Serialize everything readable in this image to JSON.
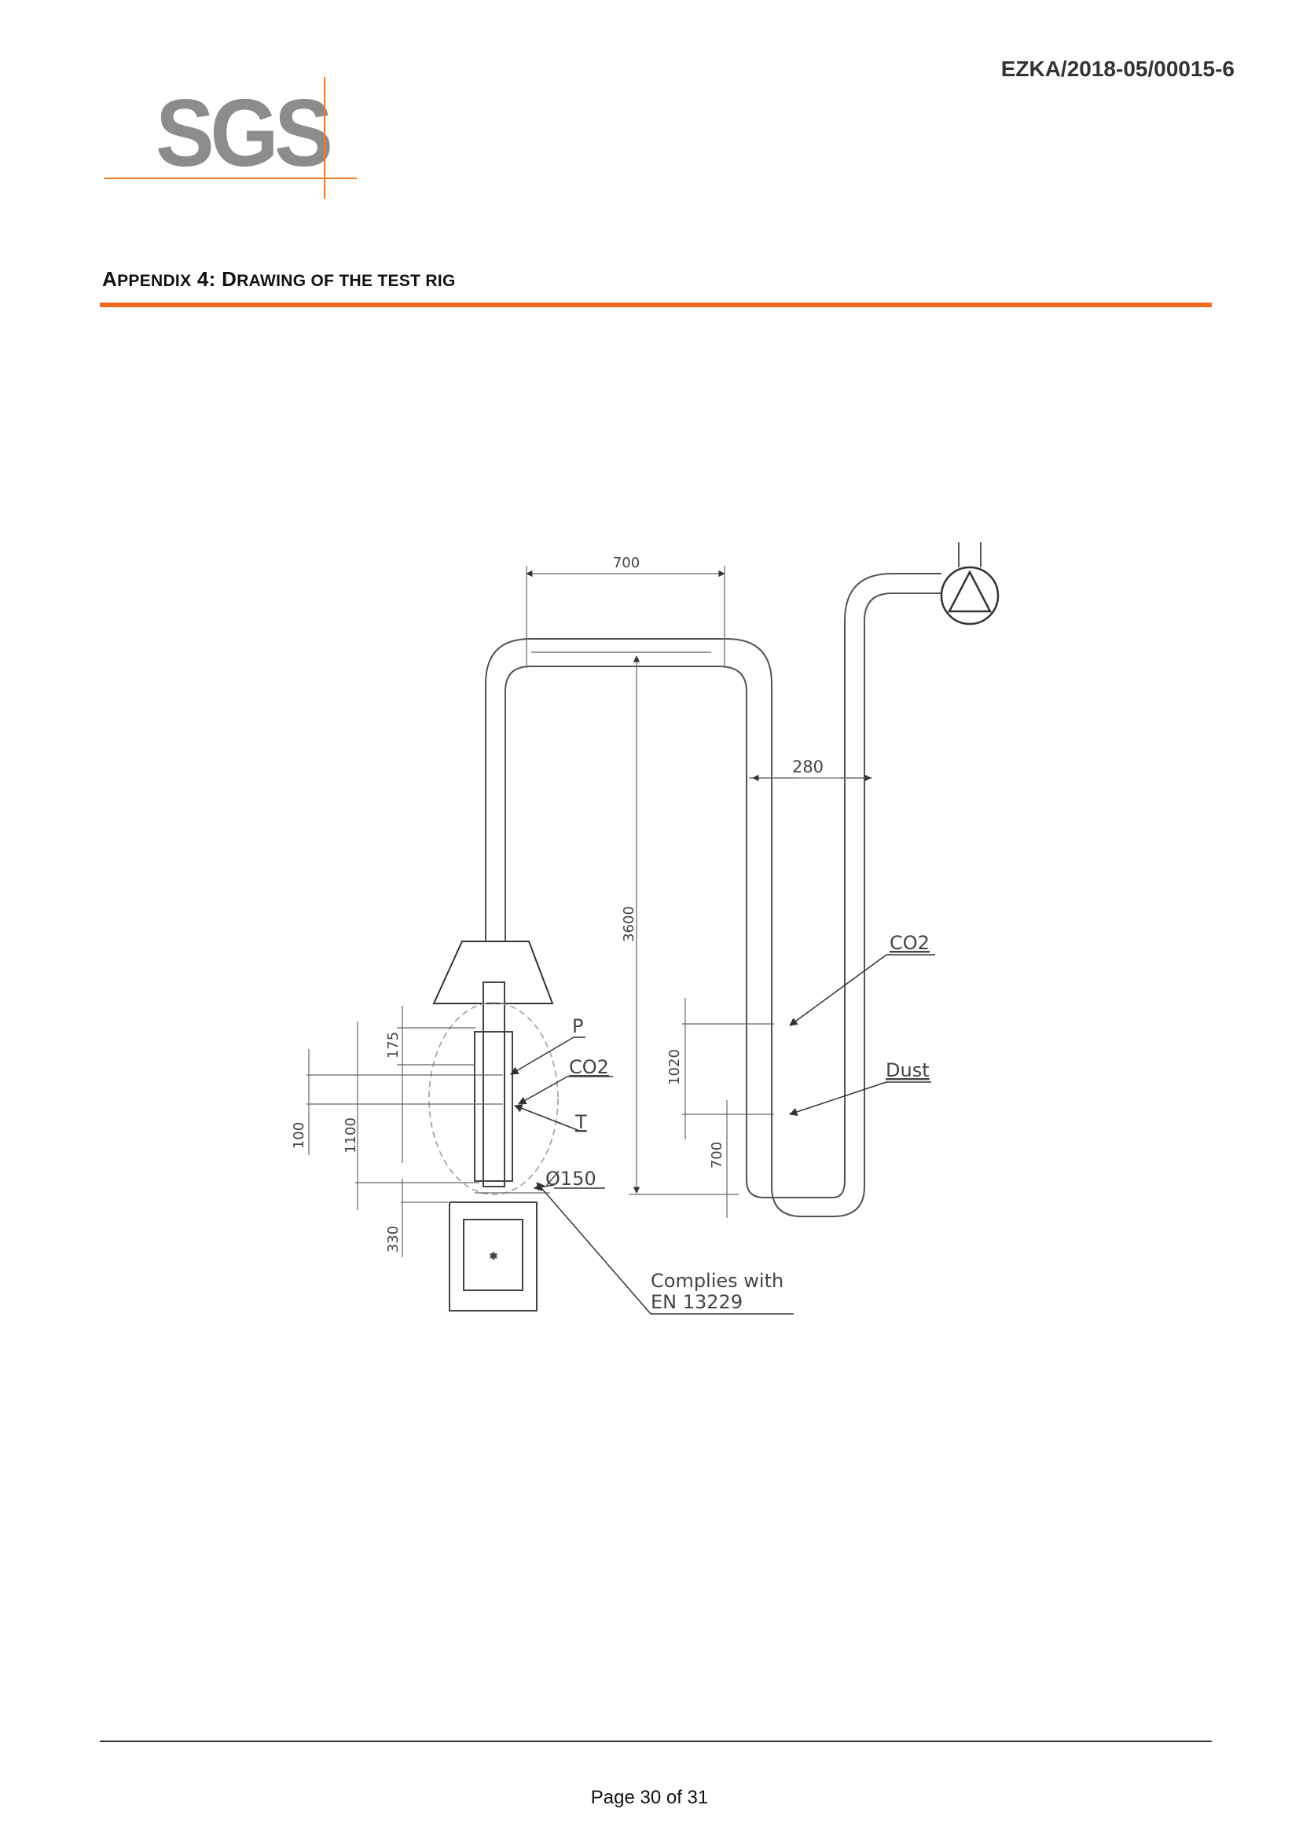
{
  "header": {
    "report_id": "EZKA/2018-05/00015-6",
    "logo_text": "SGS"
  },
  "section": {
    "title_prefix_a": "A",
    "title_rest_a": "PPENDIX",
    "title_num": " 4: ",
    "title_prefix_b": "D",
    "title_rest_b": "RAWING OF THE TEST RIG"
  },
  "drawing": {
    "dim_top_width": "700",
    "dim_gap": "280",
    "dim_height": "3600",
    "dim_sampling_spacing": "1020",
    "dim_bottom_offset": "700",
    "dim_hood_175": "175",
    "dim_100": "100",
    "dim_1100": "1100",
    "dim_330": "330",
    "label_p": "P",
    "label_co2_left": "CO2",
    "label_t": "T",
    "label_diameter": "Ø150",
    "label_co2_right": "CO2",
    "label_dust": "Dust",
    "note_line1": "Complies with",
    "note_line2": "EN 13229"
  },
  "footer": {
    "page_label": "Page 30 of 31"
  }
}
